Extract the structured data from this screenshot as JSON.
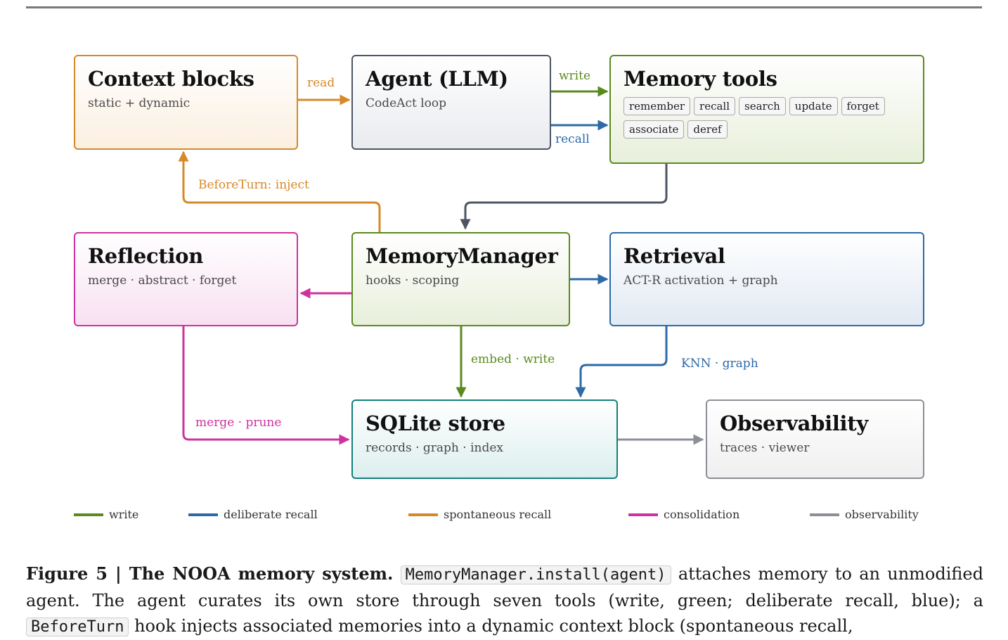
{
  "boxes": {
    "context_blocks": {
      "title": "Context blocks",
      "subtitle": "static + dynamic"
    },
    "agent": {
      "title": "Agent (LLM)",
      "subtitle": "CodeAct loop"
    },
    "memory_tools": {
      "title": "Memory tools",
      "tools": [
        "remember",
        "recall",
        "search",
        "update",
        "forget",
        "associate",
        "deref"
      ]
    },
    "reflection": {
      "title": "Reflection",
      "subtitle": "merge · abstract · forget"
    },
    "memory_manager": {
      "title": "MemoryManager",
      "subtitle": "hooks · scoping"
    },
    "retrieval": {
      "title": "Retrieval",
      "subtitle": "ACT-R activation + graph"
    },
    "sqlite_store": {
      "title": "SQLite store",
      "subtitle": "records · graph · index"
    },
    "observability": {
      "title": "Observability",
      "subtitle": "traces · viewer"
    }
  },
  "edge_labels": {
    "read": "read",
    "write": "write",
    "recall": "recall",
    "before_turn": "BeforeTurn: inject",
    "embed_write": "embed · write",
    "knn_graph": "KNN · graph",
    "merge_prune": "merge · prune"
  },
  "legend": [
    {
      "label": "write",
      "color": "#5a8a1f"
    },
    {
      "label": "deliberate recall",
      "color": "#2d6aa6"
    },
    {
      "label": "spontaneous recall",
      "color": "#d6892a"
    },
    {
      "label": "consolidation",
      "color": "#cc339e"
    },
    {
      "label": "observability",
      "color": "#8c8f96"
    }
  ],
  "colors": {
    "write": "#5a8a1f",
    "recall": "#2d6aa6",
    "spontaneous": "#d6892a",
    "consolidation": "#cc339e",
    "observability": "#8c8f96",
    "manager": "#4d5563"
  },
  "caption": {
    "figure_label": "Figure 5 | The NOOA memory system.",
    "code_1": "MemoryManager.install(agent)",
    "text_1": "attaches memory to an unmodified agent. The agent curates its own store through seven tools (write, green; deliberate recall, blue); a",
    "code_2": "BeforeTurn",
    "text_2": "hook injects associated memories into a dynamic context block (spontaneous recall,"
  }
}
